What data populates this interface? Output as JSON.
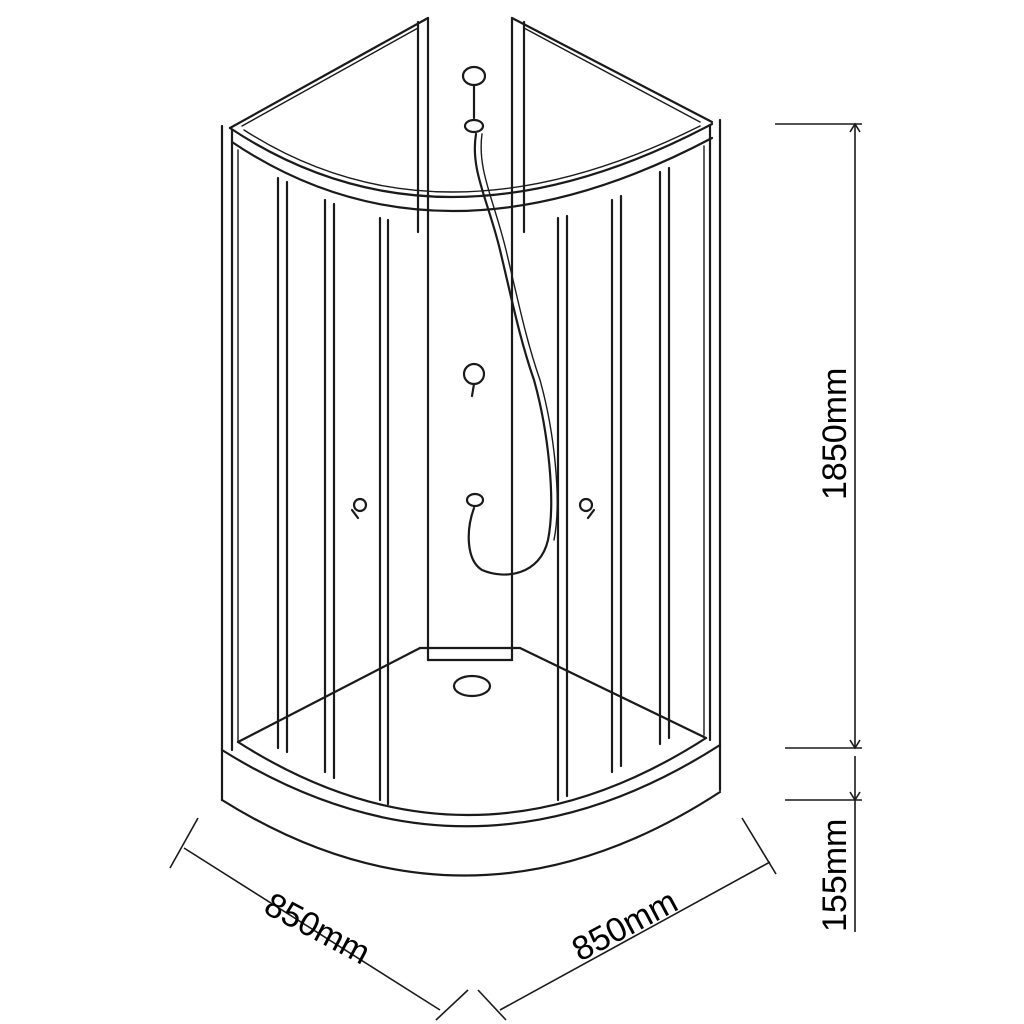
{
  "dimensions": {
    "height_label": "1850mm",
    "tray_height_label": "155mm",
    "width_left_label": "850mm",
    "width_right_label": "850mm"
  }
}
